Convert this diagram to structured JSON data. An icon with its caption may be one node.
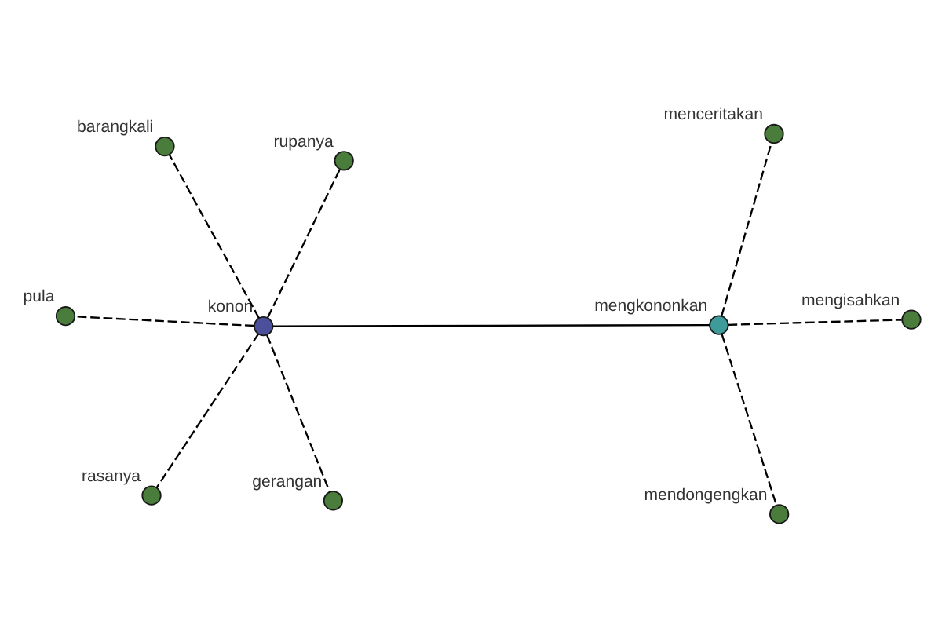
{
  "diagram": {
    "nodes": [
      {
        "text": [
          "konon"
        ]
      },
      {
        "text": [
          "rasanya"
        ]
      },
      {
        "text": [
          "gerangan"
        ]
      },
      {
        "text": [
          "barangkali"
        ]
      },
      {
        "text": [
          "rupanya"
        ]
      },
      {
        "text": [
          "pula"
        ]
      },
      {
        "text": [
          "mengkononkan"
        ]
      },
      {
        "text": [
          "mengisahkan"
        ]
      },
      {
        "text": [
          "menceritakan"
        ]
      },
      {
        "text": [
          "mendongengkan"
        ]
      }
    ],
    "edges": [
      {
        "from": 0,
        "to": 1,
        "arrow": "none",
        "style": "dashed"
      },
      {
        "from": 0,
        "to": 2,
        "arrow": "none",
        "style": "dashed"
      },
      {
        "from": 0,
        "to": 3,
        "arrow": "none",
        "style": "dashed"
      },
      {
        "from": 0,
        "to": 4,
        "arrow": "none",
        "style": "dashed"
      },
      {
        "from": 0,
        "to": 5,
        "arrow": "none",
        "style": "dashed"
      },
      {
        "from": 0,
        "to": 6,
        "arrow": "none"
      },
      {
        "from": 6,
        "to": 7,
        "arrow": "none",
        "style": "dashed"
      },
      {
        "from": 6,
        "to": 8,
        "arrow": "none",
        "style": "dashed"
      },
      {
        "from": 6,
        "to": 9,
        "arrow": "none",
        "style": "dashed"
      }
    ]
  }
}
